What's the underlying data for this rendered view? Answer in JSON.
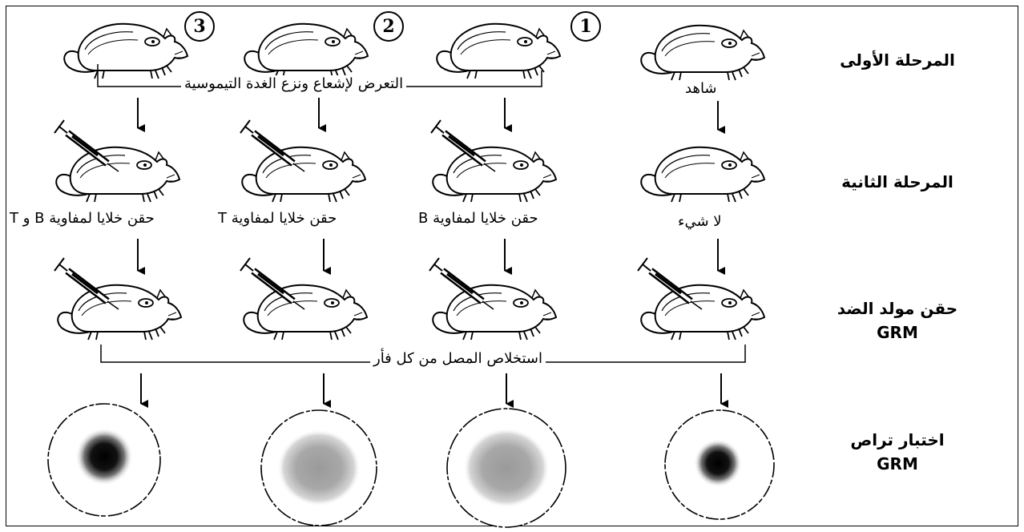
{
  "stages": {
    "stage1": "المرحلة الأولى",
    "stage2": "المرحلة الثانية",
    "stage3_line1": "حقن مولد الضد",
    "stage3_line2": "GRM",
    "stage4_line1": "اختبار تراص",
    "stage4_line2": "GRM"
  },
  "mouse_numbers": [
    "3",
    "2",
    "1"
  ],
  "labels": {
    "irradiation": "التعرض لإشعاع ونزع الغدة التيموسية",
    "control": "شاهد",
    "serum": "استخلاص المصل من كل فأر",
    "nothing": "لا شيء",
    "inject_b": "حقن خلايا لمفاوية B",
    "inject_t": "حقن خلايا لمفاوية T",
    "inject_bt": "حقن خلايا لمفاوية B و T"
  },
  "agglutination_results": [
    {
      "mouse": "3",
      "spot": "dark-small"
    },
    {
      "mouse": "2",
      "spot": "diffuse-grey"
    },
    {
      "mouse": "1",
      "spot": "diffuse-grey"
    },
    {
      "mouse": "control",
      "spot": "dark-small"
    }
  ]
}
